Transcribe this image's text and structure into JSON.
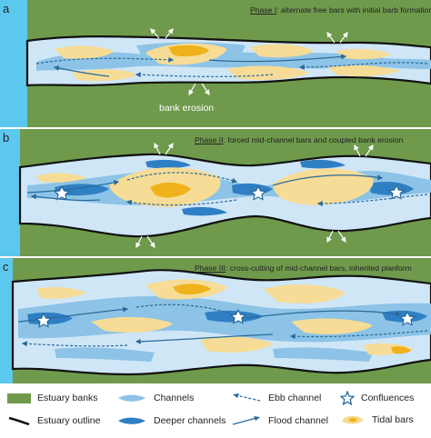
{
  "panels": [
    {
      "letter": "a",
      "phase": "Phase I",
      "rest": ": alternate free bars with initial barb formation",
      "annotation": "bank erosion"
    },
    {
      "letter": "b",
      "phase": "Phase II",
      "rest": ":  forced mid-channel bars and coupled bank erosion"
    },
    {
      "letter": "c",
      "phase": "Phase III",
      "rest": ": cross-cutting of mid-channel bars, inherited planform"
    }
  ],
  "legend": {
    "banks": "Estuary banks",
    "outline": "Estuary outline",
    "channels": "Channels",
    "deeper": "Deeper channels",
    "ebb": "Ebb channel",
    "flood": "Flood channel",
    "confluences": "Confluences",
    "tidal_bars": "Tidal bars"
  },
  "colors": {
    "banks": "#6f9a4c",
    "estuary_water": "#cfe6f7",
    "channel": "#8cc3e6",
    "deeper_channel": "#2f7fc4",
    "tidal_bar": "#f6dc96",
    "bar_core": "#efb21a",
    "sea": "#5cc7ef",
    "arrow": "#2a6a9a"
  }
}
